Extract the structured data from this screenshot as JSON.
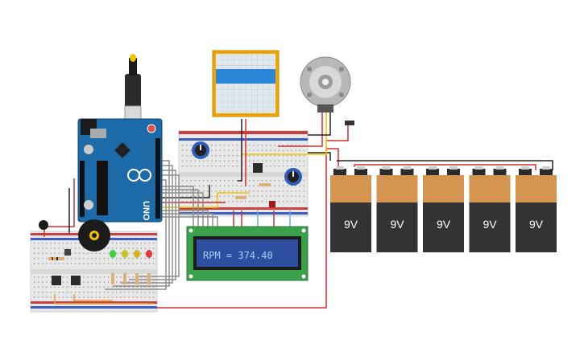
{
  "lcd": {
    "display_text": "RPM = 374.40"
  },
  "batteries": [
    {
      "label": "9V"
    },
    {
      "label": "9V"
    },
    {
      "label": "9V"
    },
    {
      "label": "9V"
    },
    {
      "label": "9V"
    }
  ],
  "arduino": {
    "model_label": "UNO"
  },
  "colors": {
    "arduino_blue": "#1c6aa8",
    "battery_top": "#d69451",
    "battery_body": "#333333",
    "wire_red": "#d32f2f",
    "wire_black": "#222222",
    "wire_yellow": "#f2c200",
    "oscilloscope_frame": "#f0a500",
    "lcd_green": "#3aa04a",
    "lcd_screen": "#2e4f9f"
  }
}
